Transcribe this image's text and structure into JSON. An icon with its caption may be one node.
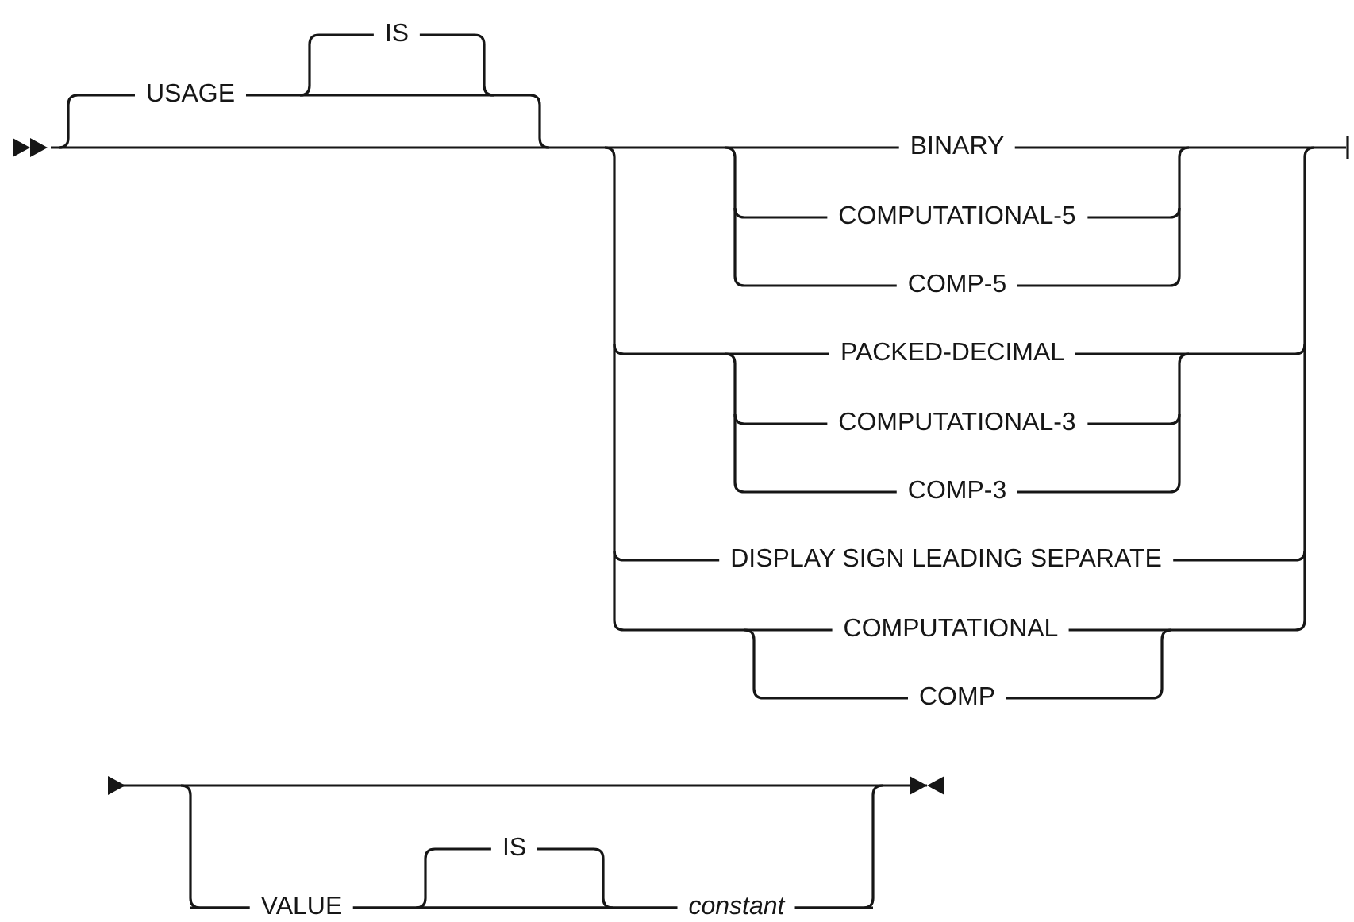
{
  "diagram": {
    "labels": [
      "IS",
      "USAGE",
      "BINARY",
      "COMPUTATIONAL-5",
      "COMP-5",
      "PACKED-DECIMAL",
      "COMPUTATIONAL-3",
      "COMP-3",
      "DISPLAY SIGN LEADING SEPARATE",
      "COMPUTATIONAL",
      "COMP",
      "IS",
      "VALUE",
      "constant"
    ]
  }
}
